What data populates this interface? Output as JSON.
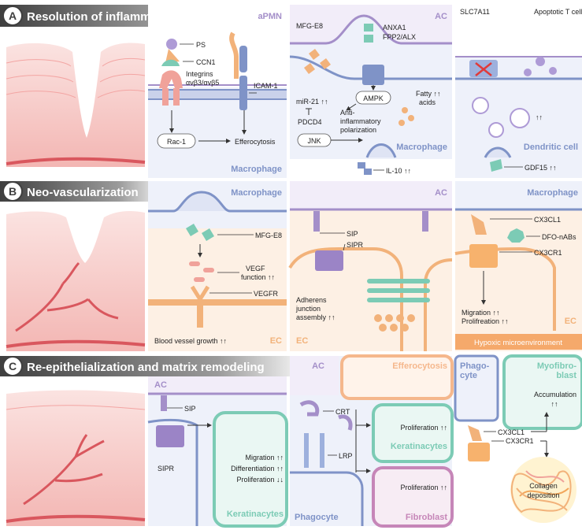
{
  "colors": {
    "banner_dark": "#3f3f3f",
    "macrophage": "#7f93c7",
    "ac": "#a48fc9",
    "ec": "#f2b27a",
    "keratinocyte": "#7ccbb5",
    "fibroblast": "#c686b8",
    "efferocytosis": "#f5b78c",
    "skin_pink": "#ef9c9c",
    "vessel": "#d9575e"
  },
  "sectionA": {
    "letter": "A",
    "title": "Resolution of inflammation",
    "p1": {
      "corner_label": "aPMN",
      "bottom_label": "Macrophage",
      "ps": "PS",
      "ccn1": "CCN1",
      "integrins": "Integrins",
      "integrins_sub": "αvβ3/αvβ5",
      "icam": "ICAM-1",
      "rac": "Rac-1",
      "efferocytosis": "Efferocytosis"
    },
    "p2": {
      "corner_label": "AC",
      "bottom_label": "Macrophage",
      "mfge8": "MFG-E8",
      "anxa1": "ANXA1",
      "fpp2": "FPP2/ALX",
      "ampk": "AMPK",
      "mir21": "miR-21 ↑↑",
      "pdcd4": "PDCD4",
      "anti": "Anti-",
      "inflammatory": "inflammatory",
      "polarization": "polarization",
      "fatty": "Fatty ↑↑",
      "acids": "acids",
      "jnk": "JNK",
      "il10": "IL-10 ↑↑"
    },
    "p3": {
      "slc": "SLC7A11",
      "apoptotic": "Apoptotic T cell",
      "arrows": "↑↑",
      "bottom_label": "Dendritic cell",
      "gdf15": "GDF15 ↑↑"
    }
  },
  "sectionB": {
    "letter": "B",
    "title": "Neo-vascularization",
    "p1": {
      "top_label": "Macrophage",
      "mfge8": "MFG-E8",
      "vegf": "VEGF",
      "function": "function ↑↑",
      "vegfr": "VEGFR",
      "growth": "Blood vessel growth ↑↑",
      "ec": "EC"
    },
    "p2": {
      "top_label": "AC",
      "sip": "SIP",
      "sipr": "SIPR",
      "adherens": "Adherens",
      "junction": "junction",
      "assembly": "assembly ↑↑",
      "ec": "EC"
    },
    "p3": {
      "top_label": "Macrophage",
      "cx3cl1": "CX3CL1",
      "dfo": "DFO-nABs",
      "cx3cr1": "CX3CR1",
      "migration": "Migration ↑↑",
      "proliferation": "Prolifreation ↑↑",
      "ec": "EC",
      "hypoxic": "Hypoxic microenvironment"
    }
  },
  "sectionC": {
    "letter": "C",
    "title": "Re-epithelialization and matrix remodeling",
    "p1": {
      "top_label": "AC",
      "sip": "SIP",
      "sipr": "SIPR",
      "migration": "Migration ↑↑",
      "differentiation": "Differentiation ↑↑",
      "proliferation": "Proliferation ↓↓",
      "keratinocytes": "Keratinacytes"
    },
    "p2": {
      "top_label": "AC",
      "efferocytosis": "Efferocytosis",
      "crt": "CRT",
      "lrp": "LRP",
      "proliferation1": "Proliferation ↑↑",
      "keratinocytes": "Keratinacytes",
      "phagocyte": "Phagocyte",
      "proliferation2": "Proliferation ↑↑",
      "fibroblast": "Fibroblast"
    },
    "p3": {
      "phago1": "Phago-",
      "phago2": "cyte",
      "myo1": "Myofibro-",
      "myo2": "blast",
      "accumulation": "Accumulation",
      "acc_arrows": "↑↑",
      "cx3cl1": "CX3CL1",
      "cx3cr1": "CX3CR1",
      "collagen1": "Collagen",
      "collagen2": "deposition"
    }
  }
}
